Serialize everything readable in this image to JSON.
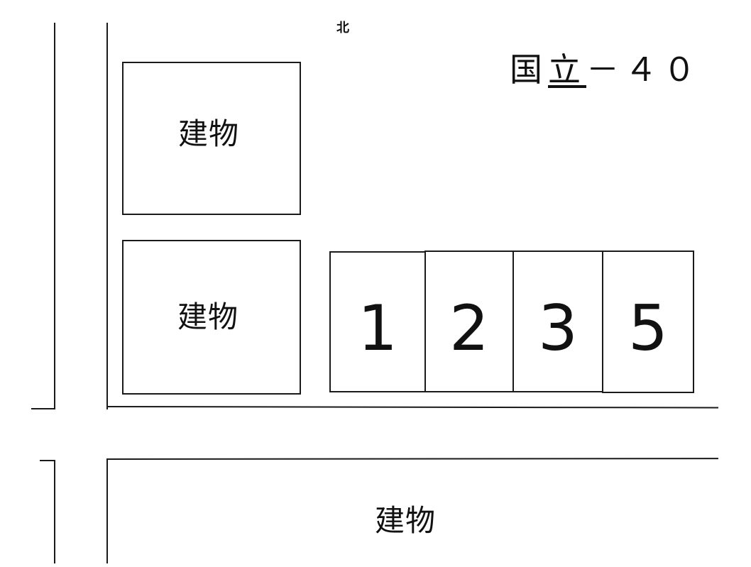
{
  "map": {
    "north_label": "北",
    "title": {
      "prefix": "国",
      "underlined": "立",
      "suffix": "－４０"
    },
    "buildings": [
      {
        "id": "top-left",
        "label": "建物"
      },
      {
        "id": "middle-left",
        "label": "建物"
      },
      {
        "id": "bottom",
        "label": "建物"
      }
    ],
    "parking_spaces": [
      {
        "number": "1"
      },
      {
        "number": "2"
      },
      {
        "number": "3"
      },
      {
        "number": "5"
      }
    ],
    "colors": {
      "line": "#1a1a1a",
      "background": "#ffffff"
    }
  }
}
